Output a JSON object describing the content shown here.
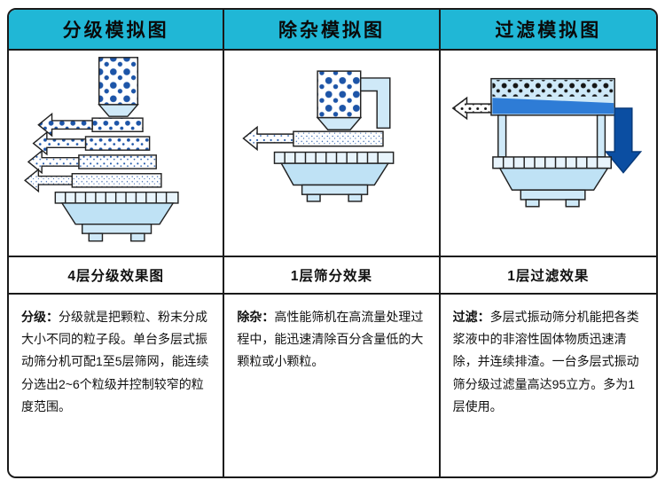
{
  "table": {
    "columns": [
      {
        "header": "分级模拟图",
        "caption": "4层分级效果图",
        "description_label": "分级：",
        "description": "分级就是把颗粒、粉末分成大小不同的粒子段。单台多层式振动筛分机可配1至5层筛网，能连续分选出2~6个粒级并控制较窄的粒度范围。",
        "diagram": "classification-4-layer-sieve-machine"
      },
      {
        "header": "除杂模拟图",
        "caption": "1层筛分效果",
        "description_label": "除杂：",
        "description": "高性能筛机在高流量处理过程中，能迅速清除百分含量低的大颗粒或小颗粒。",
        "diagram": "impurity-removal-1-layer-sieve-machine"
      },
      {
        "header": "过滤模拟图",
        "caption": "1层过滤效果",
        "description_label": "过滤：",
        "description": "多层式振动筛分机能把各类浆液中的非溶性固体物质迅速清除，并连续排渣。一台多层式振动筛分级过滤量高达95立方。多为1层使用。",
        "diagram": "filtration-1-layer-sieve-machine"
      }
    ]
  },
  "colors": {
    "header_background": "#20b7d6",
    "border": "#1a1a1a",
    "machine_light_blue": "#cfe9f8",
    "machine_mid_blue": "#2e7cd6",
    "machine_dark_blue": "#0b4ea2",
    "particle_dot_blue": "#1d55a8",
    "impurity_dot_black": "#151515"
  }
}
